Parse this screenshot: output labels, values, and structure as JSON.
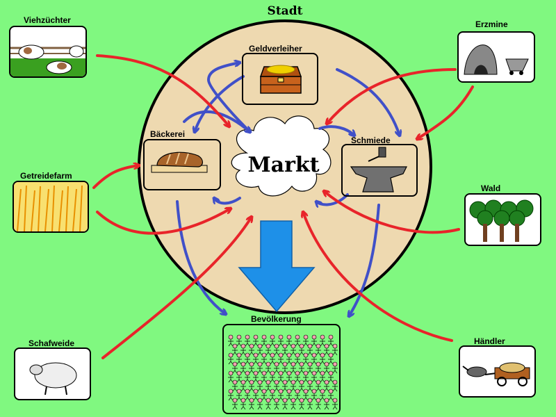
{
  "city": {
    "title": "Stadt"
  },
  "market": {
    "label": "Markt"
  },
  "nodes": {
    "geldverleiher": "Geldverleiher",
    "baeckerei": "Bäckerei",
    "schmiede": "Schmiede",
    "bevoelkerung": "Bevölkerung",
    "viehzuechter": "Viehzüchter",
    "getreidefarm": "Getreidefarm",
    "schafweide": "Schafweide",
    "erzmine": "Erzmine",
    "wald": "Wald",
    "haendler": "Händler"
  },
  "colors": {
    "background": "#80f880",
    "city_fill": "#eed9b0",
    "resource_arrow": "#e8242a",
    "money_arrow": "#4050c8",
    "main_arrow": "#1e90e8"
  }
}
